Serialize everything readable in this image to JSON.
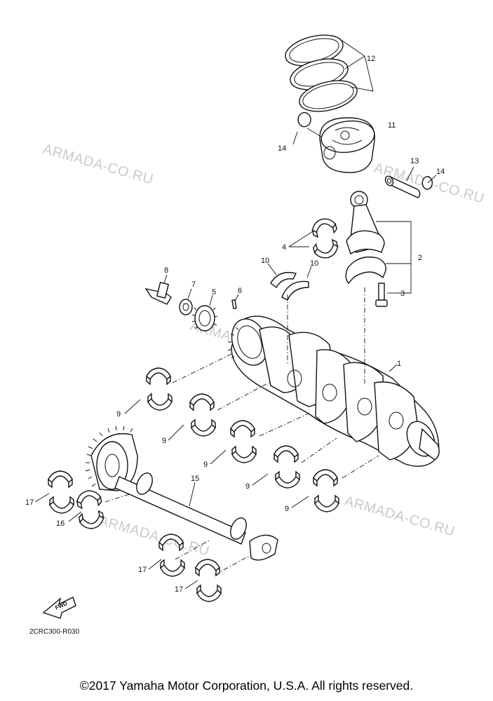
{
  "callouts": {
    "c1": "1",
    "c2": "2",
    "c3": "3",
    "c4": "4",
    "c5": "5",
    "c6": "6",
    "c7": "7",
    "c8": "8",
    "c9": "9",
    "c10": "10",
    "c11": "11",
    "c12": "12",
    "c13": "13",
    "c14": "14",
    "c15": "15",
    "c16": "16",
    "c17": "17"
  },
  "watermark": "ARMADA-CO.RU",
  "fwd_label": "FWD",
  "diagram_code": "2CRC300-R030",
  "copyright": "©2017 Yamaha Motor Corporation, U.S.A. All rights reserved.",
  "colors": {
    "line": "#111111",
    "watermark": "#b9b9b9",
    "background": "#ffffff"
  }
}
